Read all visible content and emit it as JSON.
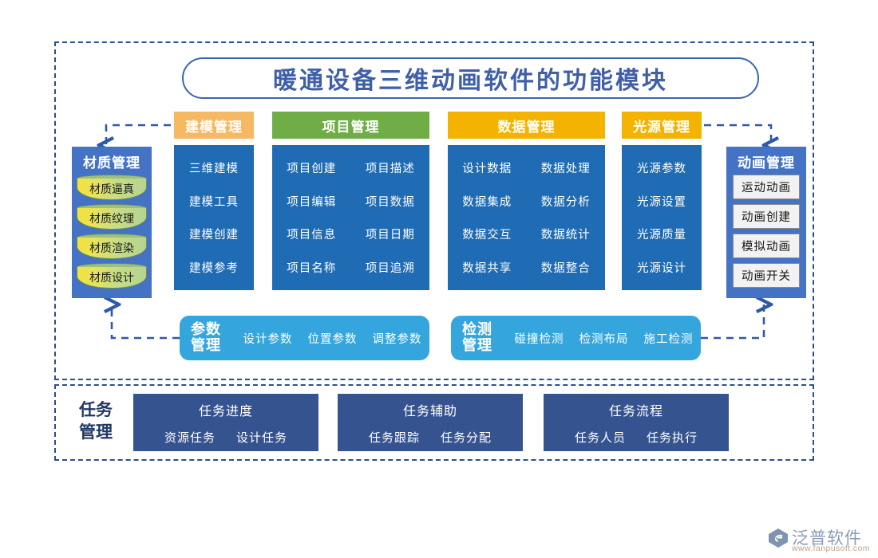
{
  "title": "暖通设备三维动画软件的功能模块",
  "categories": [
    {
      "id": "modeling",
      "header": "建模管理",
      "header_color": "#f7b863",
      "items": [
        [
          "三维建模"
        ],
        [
          "建模工具"
        ],
        [
          "建模创建"
        ],
        [
          "建模参考"
        ]
      ]
    },
    {
      "id": "project",
      "header": "项目管理",
      "header_color": "#70ad47",
      "items": [
        [
          "项目创建",
          "项目描述"
        ],
        [
          "项目编辑",
          "项目数据"
        ],
        [
          "项目信息",
          "项目日期"
        ],
        [
          "项目名称",
          "项目追溯"
        ]
      ]
    },
    {
      "id": "data",
      "header": "数据管理",
      "header_color": "#f5b301",
      "items": [
        [
          "设计数据",
          "数据处理"
        ],
        [
          "数据集成",
          "数据分析"
        ],
        [
          "数据交互",
          "数据统计"
        ],
        [
          "数据共享",
          "数据整合"
        ]
      ]
    },
    {
      "id": "light",
      "header": "光源管理",
      "header_color": "#f5b301",
      "items": [
        [
          "光源参数"
        ],
        [
          "光源设置"
        ],
        [
          "光源质量"
        ],
        [
          "光源设计"
        ]
      ]
    }
  ],
  "material_panel": {
    "title": "材质管理",
    "items": [
      "材质逼真",
      "材质纹理",
      "材质渲染",
      "材质设计"
    ]
  },
  "animation_panel": {
    "title": "动画管理",
    "items": [
      "运动动画",
      "动画创建",
      "模拟动画",
      "动画开关"
    ]
  },
  "pills": [
    {
      "id": "parameter",
      "title_line1": "参数",
      "title_line2": "管理",
      "items": [
        "设计参数",
        "位置参数",
        "调整参数"
      ]
    },
    {
      "id": "inspection",
      "title_line1": "检测",
      "title_line2": "管理",
      "items": [
        "碰撞检测",
        "检测布局",
        "施工检测"
      ]
    }
  ],
  "task_section": {
    "label_line1": "任务",
    "label_line2": "管理",
    "boxes": [
      {
        "id": "progress",
        "title": "任务进度",
        "items": [
          "资源任务",
          "设计任务"
        ]
      },
      {
        "id": "assist",
        "title": "任务辅助",
        "items": [
          "任务跟踪",
          "任务分配"
        ]
      },
      {
        "id": "flow",
        "title": "任务流程",
        "items": [
          "任务人员",
          "任务执行"
        ]
      }
    ]
  },
  "logo": {
    "brand": "泛普软件",
    "url": "www.fanpusoft.com"
  },
  "colors": {
    "frame_dash": "#2b4f8e",
    "body_blue": "#1f6cb4",
    "panel_blue": "#4472c4",
    "pill_blue": "#35a6dd",
    "task_blue": "#35538f",
    "title_text": "#3f5fa8"
  }
}
